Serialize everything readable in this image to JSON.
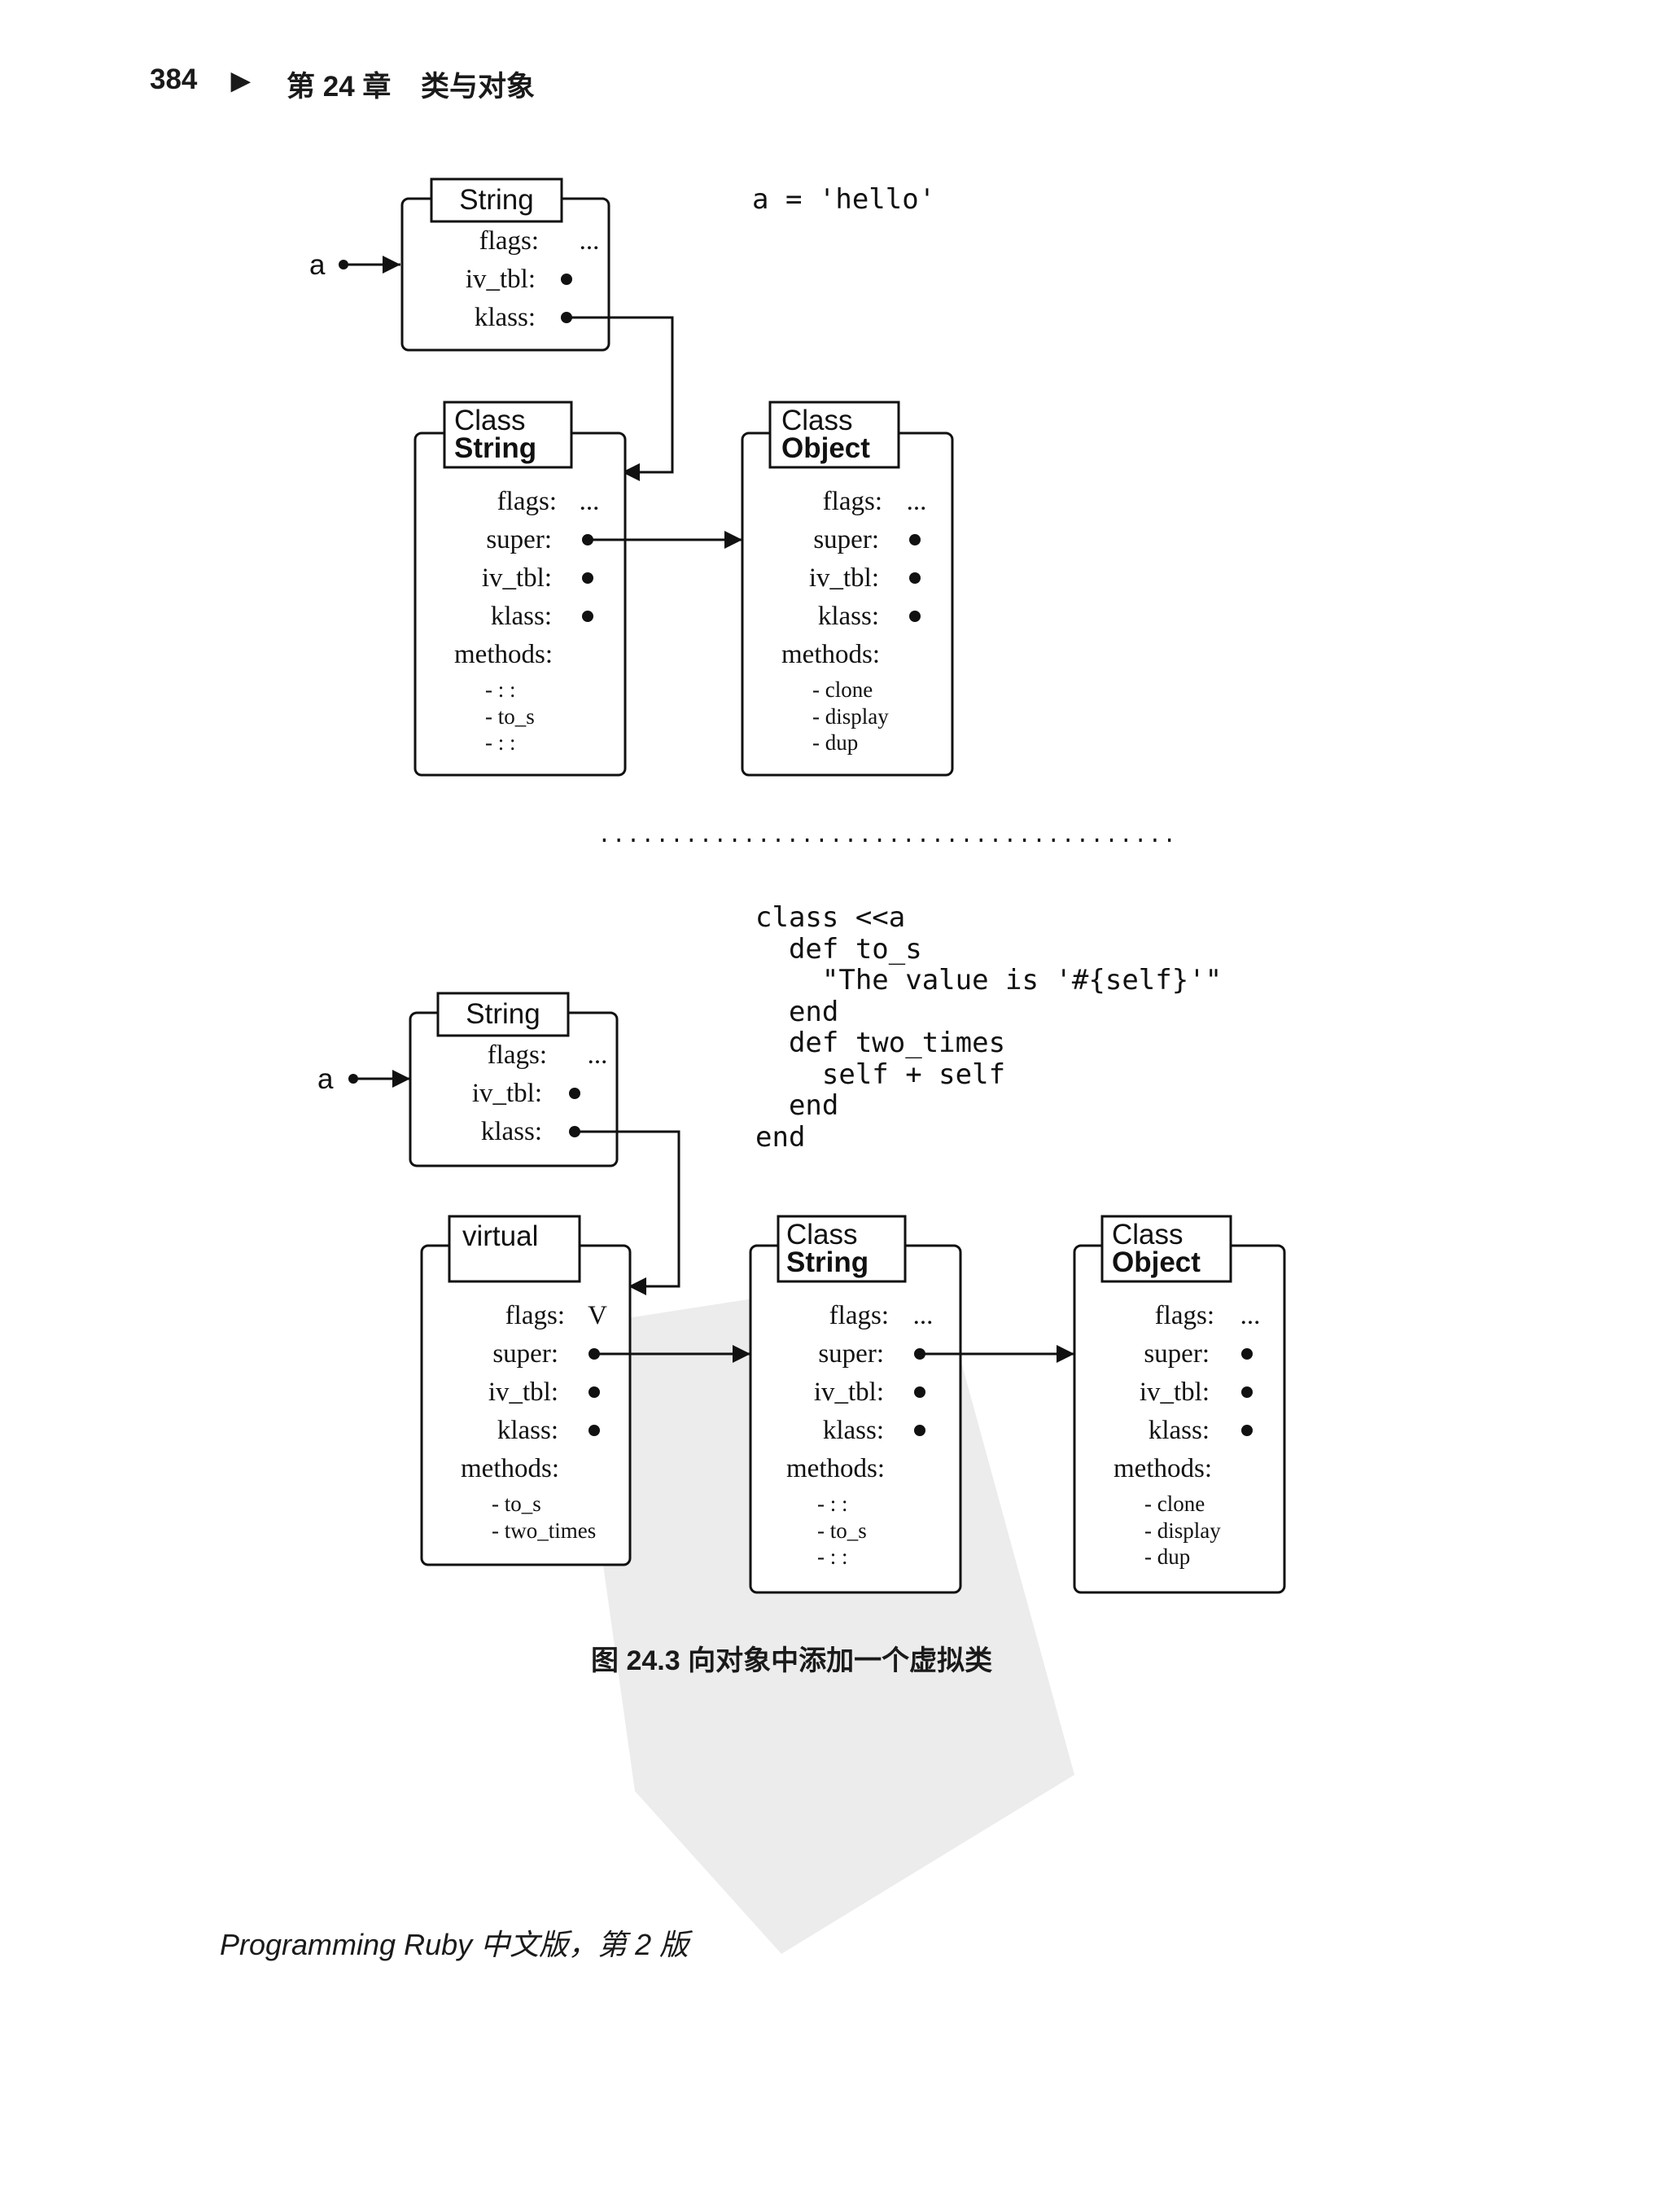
{
  "header": {
    "page_number": "384",
    "marker": "▶",
    "chapter": "第 24 章",
    "chapter_title": "类与对象"
  },
  "code_top": "a = 'hello'",
  "code_bottom": "class <<a\n  def to_s\n    \"The value is '#{self}'\"\n  end\n  def two_times\n    self + self\n  end\nend",
  "divider": "........................................",
  "variable_label": "a",
  "labels": {
    "flags": "flags:",
    "iv_tbl": "iv_tbl:",
    "klass": "klass:",
    "super": "super:",
    "methods": "methods:",
    "ellipsis": "..."
  },
  "boxes": {
    "string_obj_title": "String",
    "class_word": "Class",
    "string_word": "String",
    "object_word": "Object",
    "virtual_title": "virtual",
    "virtual_flags_value": "V"
  },
  "methods": {
    "string_class": [
      "- : :",
      "- to_s",
      "- : :"
    ],
    "object_class": [
      "- clone",
      "- display",
      "- dup"
    ],
    "virtual_class": [
      "- to_s",
      "- two_times"
    ]
  },
  "caption": "图 24.3   向对象中添加一个虚拟类",
  "footer": "Programming Ruby 中文版，第 2 版"
}
